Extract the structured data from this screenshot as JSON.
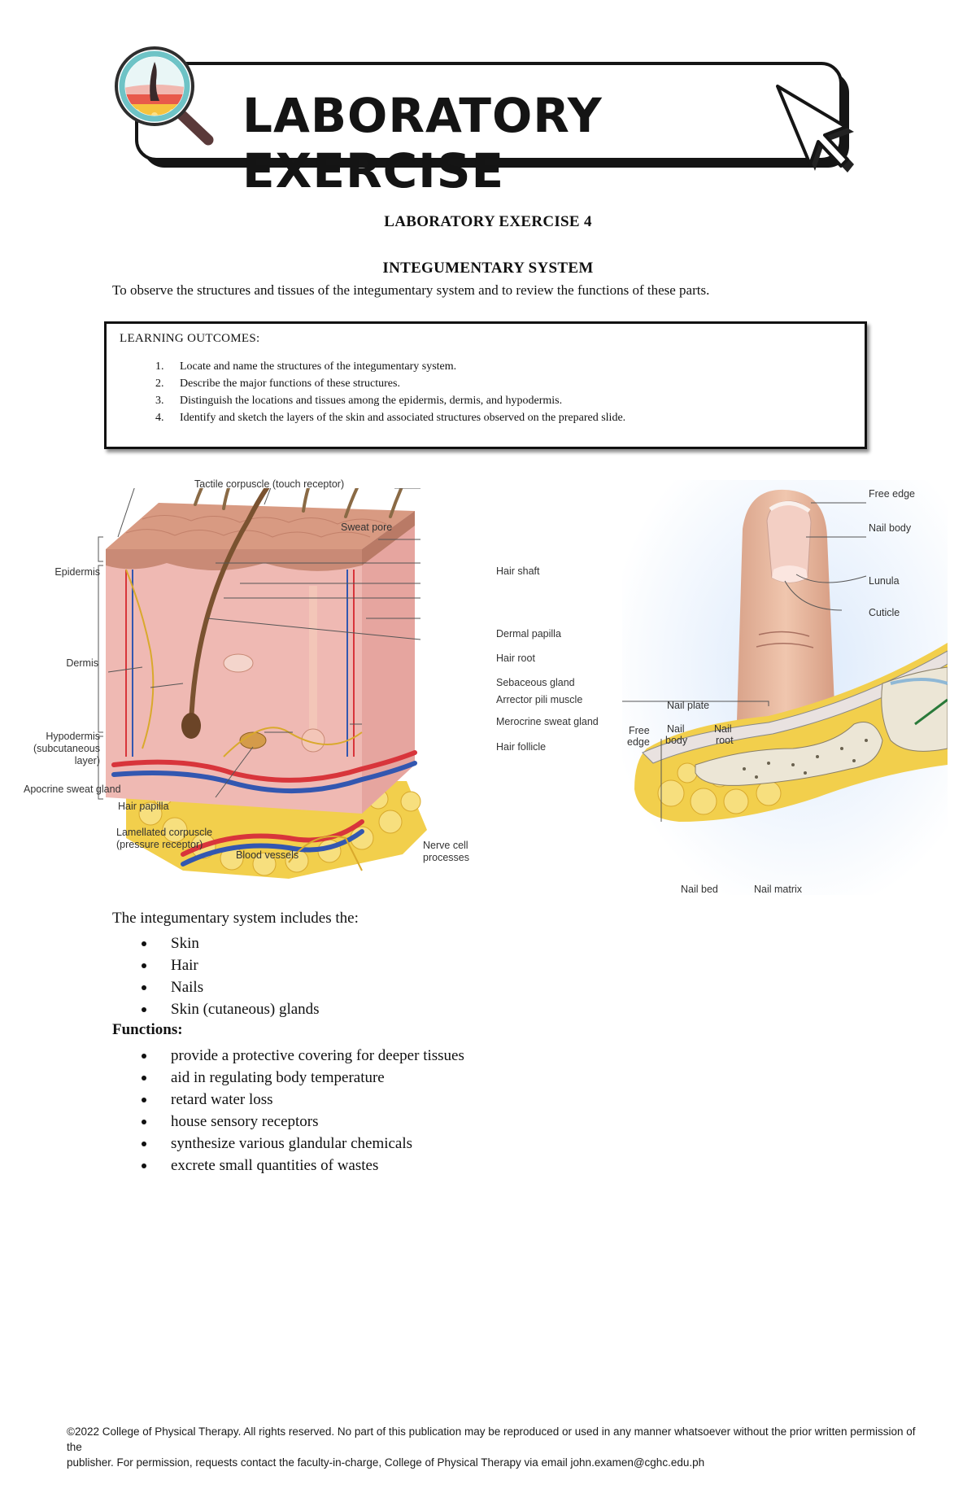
{
  "banner": {
    "title": "LABORATORY EXERCISE"
  },
  "exercise_title": "LABORATORY EXERCISE 4",
  "topic_title": "INTEGUMENTARY SYSTEM",
  "intro": "To observe the structures and tissues of the integumentary system and to review the functions of these parts.",
  "learning_outcomes": {
    "heading": "LEARNING OUTCOMES:",
    "items": [
      {
        "num": "1.",
        "text": "Locate and name the structures of the integumentary system."
      },
      {
        "num": "2.",
        "text": "Describe the major functions of these structures."
      },
      {
        "num": "3.",
        "text": "Distinguish the locations and tissues among the epidermis, dermis, and hypodermis."
      },
      {
        "num": "4.",
        "text": "Identify and sketch the layers of the skin and associated structures observed on the prepared slide."
      }
    ]
  },
  "skin_figure": {
    "labels": {
      "tactile": "Tactile corpuscle (touch receptor)",
      "sweat_pore": "Sweat pore",
      "epidermis": "Epidermis",
      "dermis": "Dermis",
      "hypodermis_1": "Hypodermis",
      "hypodermis_2": "(subcutaneous",
      "hypodermis_3": "layer)",
      "apocrine": "Apocrine sweat gland",
      "hair_papilla": "Hair papilla",
      "lamellated_1": "Lamellated corpuscle",
      "lamellated_2": "(pressure receptor)",
      "blood_vessels": "Blood vessels",
      "nerve_1": "Nerve cell",
      "nerve_2": "processes",
      "hair_shaft": "Hair shaft",
      "dermal_papilla": "Dermal papilla",
      "hair_root": "Hair root",
      "sebaceous": "Sebaceous gland",
      "arrector": "Arrector pili muscle",
      "merocrine": "Merocrine sweat gland",
      "hair_follicle": "Hair follicle"
    }
  },
  "nail_figure": {
    "labels": {
      "free_edge": "Free edge",
      "nail_body": "Nail body",
      "lunula": "Lunula",
      "cuticle": "Cuticle",
      "nail_plate": "Nail plate",
      "free_edge_2a": "Free",
      "free_edge_2b": "edge",
      "nail_body_2a": "Nail",
      "nail_body_2b": "body",
      "nail_root_a": "Nail",
      "nail_root_b": "root",
      "nail_bed": "Nail bed",
      "nail_matrix": "Nail matrix"
    }
  },
  "includes": {
    "heading": "The integumentary system includes the:",
    "items": [
      "Skin",
      "Hair",
      "Nails",
      "Skin (cutaneous) glands"
    ]
  },
  "functions": {
    "heading": "Functions:",
    "items": [
      "provide a protective covering for deeper tissues",
      "aid in regulating body temperature",
      "retard water loss",
      "house sensory receptors",
      "synthesize various glandular chemicals",
      "excrete small quantities of wastes"
    ]
  },
  "footer": {
    "line1": "©2022 College of Physical Therapy. All rights reserved. No part of this publication may be reproduced or used in any manner whatsoever without the prior written permission of the",
    "line2": "publisher. For permission, requests contact the faculty-in-charge, College of Physical Therapy via email john.examen@cghc.edu.ph"
  }
}
